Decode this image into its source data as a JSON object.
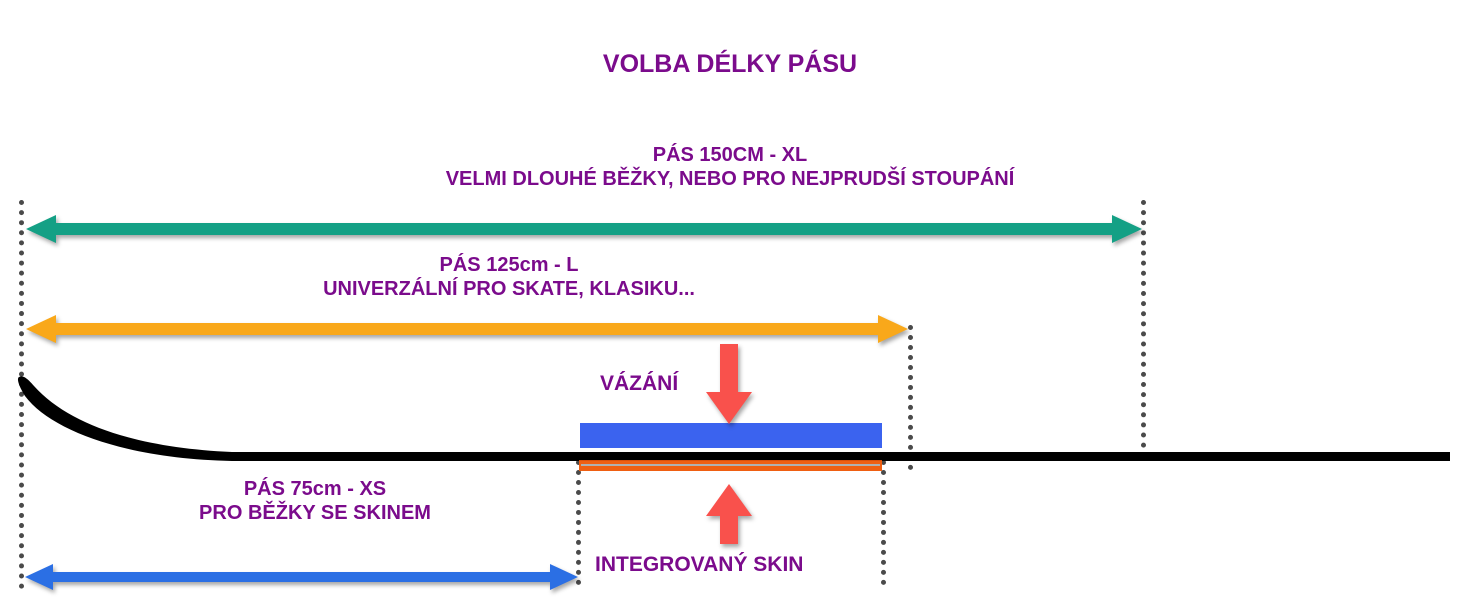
{
  "title": "VOLBA DÉLKY PÁSU",
  "colors": {
    "text_purple": "#7B0B8C",
    "arrow_xl_green": "#14A085",
    "arrow_l_orange": "#F9A81A",
    "arrow_xs_blue": "#2B6FE4",
    "arrow_red": "#F9514C",
    "binding_blue": "#3B63EF",
    "skin_orange": "#EF5F12",
    "ski_black": "#000000",
    "guide_gray": "#4A4A4A"
  },
  "measures": [
    {
      "id": "xl",
      "size_label": "PÁS 150CM - XL",
      "description": "VELMI DLOUHÉ BĚŽKY, NEBO PRO NEJPRUDŠÍ STOUPÁNÍ",
      "arrow_color": "#14A085",
      "length_cm": 150
    },
    {
      "id": "l",
      "size_label": "PÁS 125cm - L",
      "description": "UNIVERZÁLNÍ PRO SKATE, KLASIKU...",
      "arrow_color": "#F9A81A",
      "length_cm": 125
    },
    {
      "id": "xs",
      "size_label": "PÁS 75cm - XS",
      "description": "PRO BĚŽKY SE SKINEM",
      "arrow_color": "#2B6FE4",
      "length_cm": 75
    }
  ],
  "callouts": {
    "binding": "VÁZÁNÍ",
    "skin": "INTEGROVANÝ SKIN"
  },
  "icons": {
    "down_arrow": "red-down-arrow-icon",
    "up_arrow": "red-up-arrow-icon",
    "xl_arrow": "green-double-arrow-icon",
    "l_arrow": "orange-double-arrow-icon",
    "xs_arrow": "blue-double-arrow-icon"
  }
}
